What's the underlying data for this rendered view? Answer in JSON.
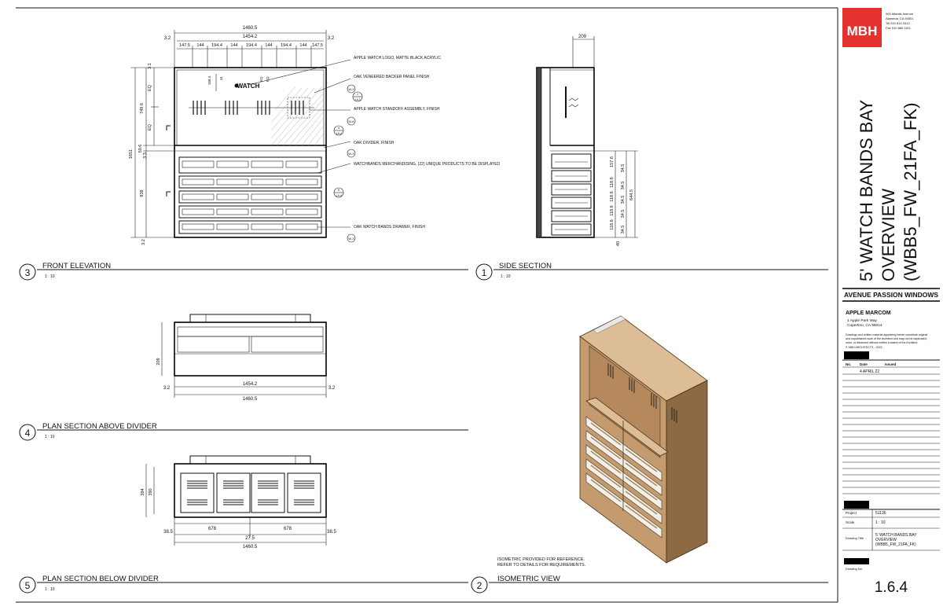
{
  "views": {
    "front_elevation": {
      "number": "3",
      "title": "FRONT ELEVATION",
      "scale": "1 : 10",
      "dims_top": [
        "1460.5",
        "1454.2",
        "3.2",
        "3.2"
      ],
      "dims_segments": [
        "147.5",
        "144",
        "194.4",
        "144",
        "194.4",
        "144",
        "194.4",
        "144",
        "147.5"
      ],
      "dims_left": [
        "3.1",
        "EQ",
        "749.6",
        "EQ",
        "50.6",
        "1651",
        "3.3",
        "838",
        "3.2"
      ],
      "logo_text": "WATCH",
      "logo_dims": [
        "168.4",
        "41",
        "EQ",
        "EQ"
      ],
      "callouts": [
        {
          "text": "APPLE WATCH LOGO, MATTE BLACK ACRYLIC",
          "tag": ""
        },
        {
          "text": "OAK VENEERED BACKER PANEL FINISH",
          "tag": "W-3"
        },
        {
          "text": "APPLE WATCH STANDOFF ASSEMBLY, FINISH",
          "tag": "M-8"
        },
        {
          "text": "OAK DIVIDER, FINISH",
          "tag": "W-3"
        },
        {
          "text": "WATCHBANDS MERCHANDISING, (22) UNIQUE PRODUCTS TO BE DISPLAYED",
          "tag": ""
        },
        {
          "text": "OAK WATCH BANDS DRAWER, FINISH",
          "tag": "W-3"
        }
      ],
      "detail_refs": [
        {
          "top": "1",
          "bottom": "1.6.1"
        },
        {
          "top": "4",
          "bottom": "1.6.4"
        },
        {
          "top": "5",
          "bottom": "1.6.4"
        }
      ]
    },
    "side_section": {
      "number": "1",
      "title": "SIDE SECTION",
      "scale": "1 : 10",
      "dim_top": "209",
      "dims_right": [
        "157.6",
        "34.5",
        "118.6",
        "34.5",
        "118.6",
        "34.5",
        "118.6",
        "34.5",
        "118.6",
        "34.5",
        "40"
      ],
      "dim_overall": "644.5"
    },
    "plan_above": {
      "number": "4",
      "title": "PLAN SECTION ABOVE DIVIDER",
      "scale": "1 : 10",
      "dims": [
        "209",
        "1454.2",
        "3.2",
        "3.2",
        "1460.5"
      ]
    },
    "plan_below": {
      "number": "5",
      "title": "PLAN SECTION BELOW DIVIDER",
      "scale": "1 : 10",
      "dims": [
        "394",
        "390",
        "678",
        "678",
        "38.5",
        "27.5",
        "38.5",
        "1460.5"
      ]
    },
    "isometric": {
      "number": "2",
      "title": "ISOMETRIC VIEW",
      "note": [
        "ISOMETRIC PROVIDED FOR REFERENCE.",
        "REFER TO DETAILS FOR REQUIREMENTS."
      ]
    }
  },
  "title_block": {
    "logo": "MBH",
    "address": [
      "900 Atlantic Avenue",
      "Alameda, CA 94501",
      "Tel 510 814 3312",
      "Fax 510 865 1611"
    ],
    "drawing_title_vertical": [
      "5' WATCH BANDS BAY",
      "OVERVIEW",
      "(WBB5_FW_21FA_FK)"
    ],
    "project_name": "AVENUE PASSION WINDOWS",
    "client": "APPLE MARCOM",
    "client_address": [
      "1 Apple Park Way",
      "Cupertino, CA 95014"
    ],
    "copyright": [
      "Drawings and written material appearing herein constitute original",
      "and unpublished work of the Architect and may not be duplicated,",
      "used, or disclosed without written consent of the Architect."
    ],
    "firm_year": "© MBH ARCHITECTS - 2022",
    "rev_headers": [
      "No.",
      "Date",
      "Issued"
    ],
    "rev_rows": [
      {
        "date": "4 APRIL 22"
      }
    ],
    "project_label": "Project",
    "project_value": "51136",
    "scale_label": "Scale",
    "scale_value": "1 : 10",
    "drawing_title_label": "Drawing Title",
    "drawing_title": [
      "5' WATCH BANDS BAY",
      "OVERVIEW",
      "(WBB5_FW_21FA_FK)"
    ],
    "drawing_no_label": "Drawing No.",
    "drawing_no": "1.6.4"
  }
}
